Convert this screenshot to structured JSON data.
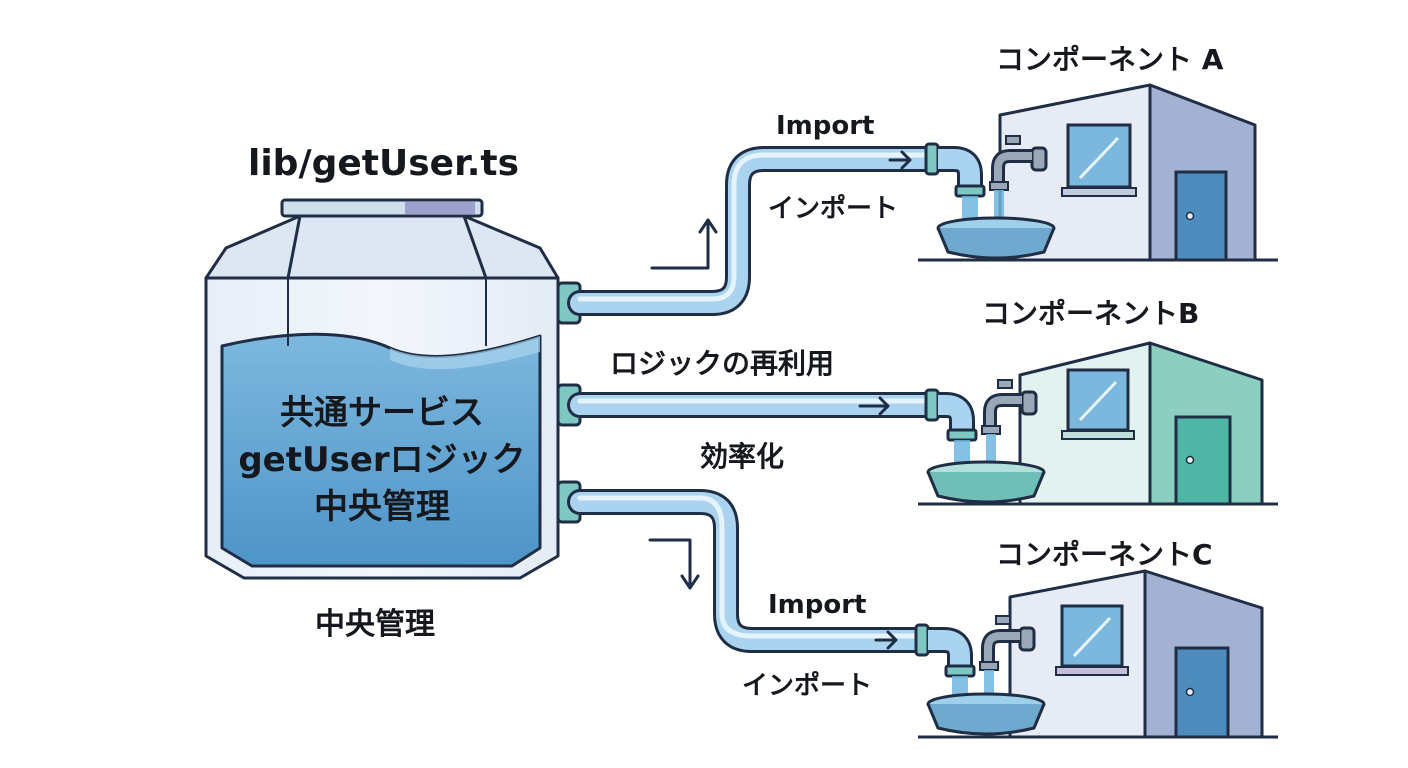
{
  "tank": {
    "title": "lib/getUser.ts",
    "lines": [
      "共通サービス",
      "getUserロジック",
      "中央管理"
    ],
    "caption": "中央管理"
  },
  "components": [
    {
      "title": "コンポーネント A",
      "pipe_label_en": "Import",
      "pipe_label_ja": "インポート",
      "wall_color": "#e6ebf5",
      "side_color": "#a3b1d3",
      "door_color": "#4e8cbd"
    },
    {
      "title": "コンポーネントB",
      "pipe_label_top": "ロジックの再利用",
      "pipe_label_bottom": "効率化",
      "wall_color": "#e4f2ef",
      "side_color": "#8ccfbf",
      "door_color": "#4fb5a5"
    },
    {
      "title": "コンポーネントC",
      "pipe_label_en": "Import",
      "pipe_label_ja": "インポート",
      "wall_color": "#e6ebf5",
      "side_color": "#a3b1d3",
      "door_color": "#4e8cbd"
    }
  ],
  "colors": {
    "outline": "#1f2e45",
    "water": "#5fa4d2",
    "water_light": "#8cc3e3",
    "tank_glass": "#eef3fa",
    "pipe": "#a9d3ee",
    "pipe_highlight": "#dff0fb",
    "pipe_joint": "#7fc7c3"
  }
}
